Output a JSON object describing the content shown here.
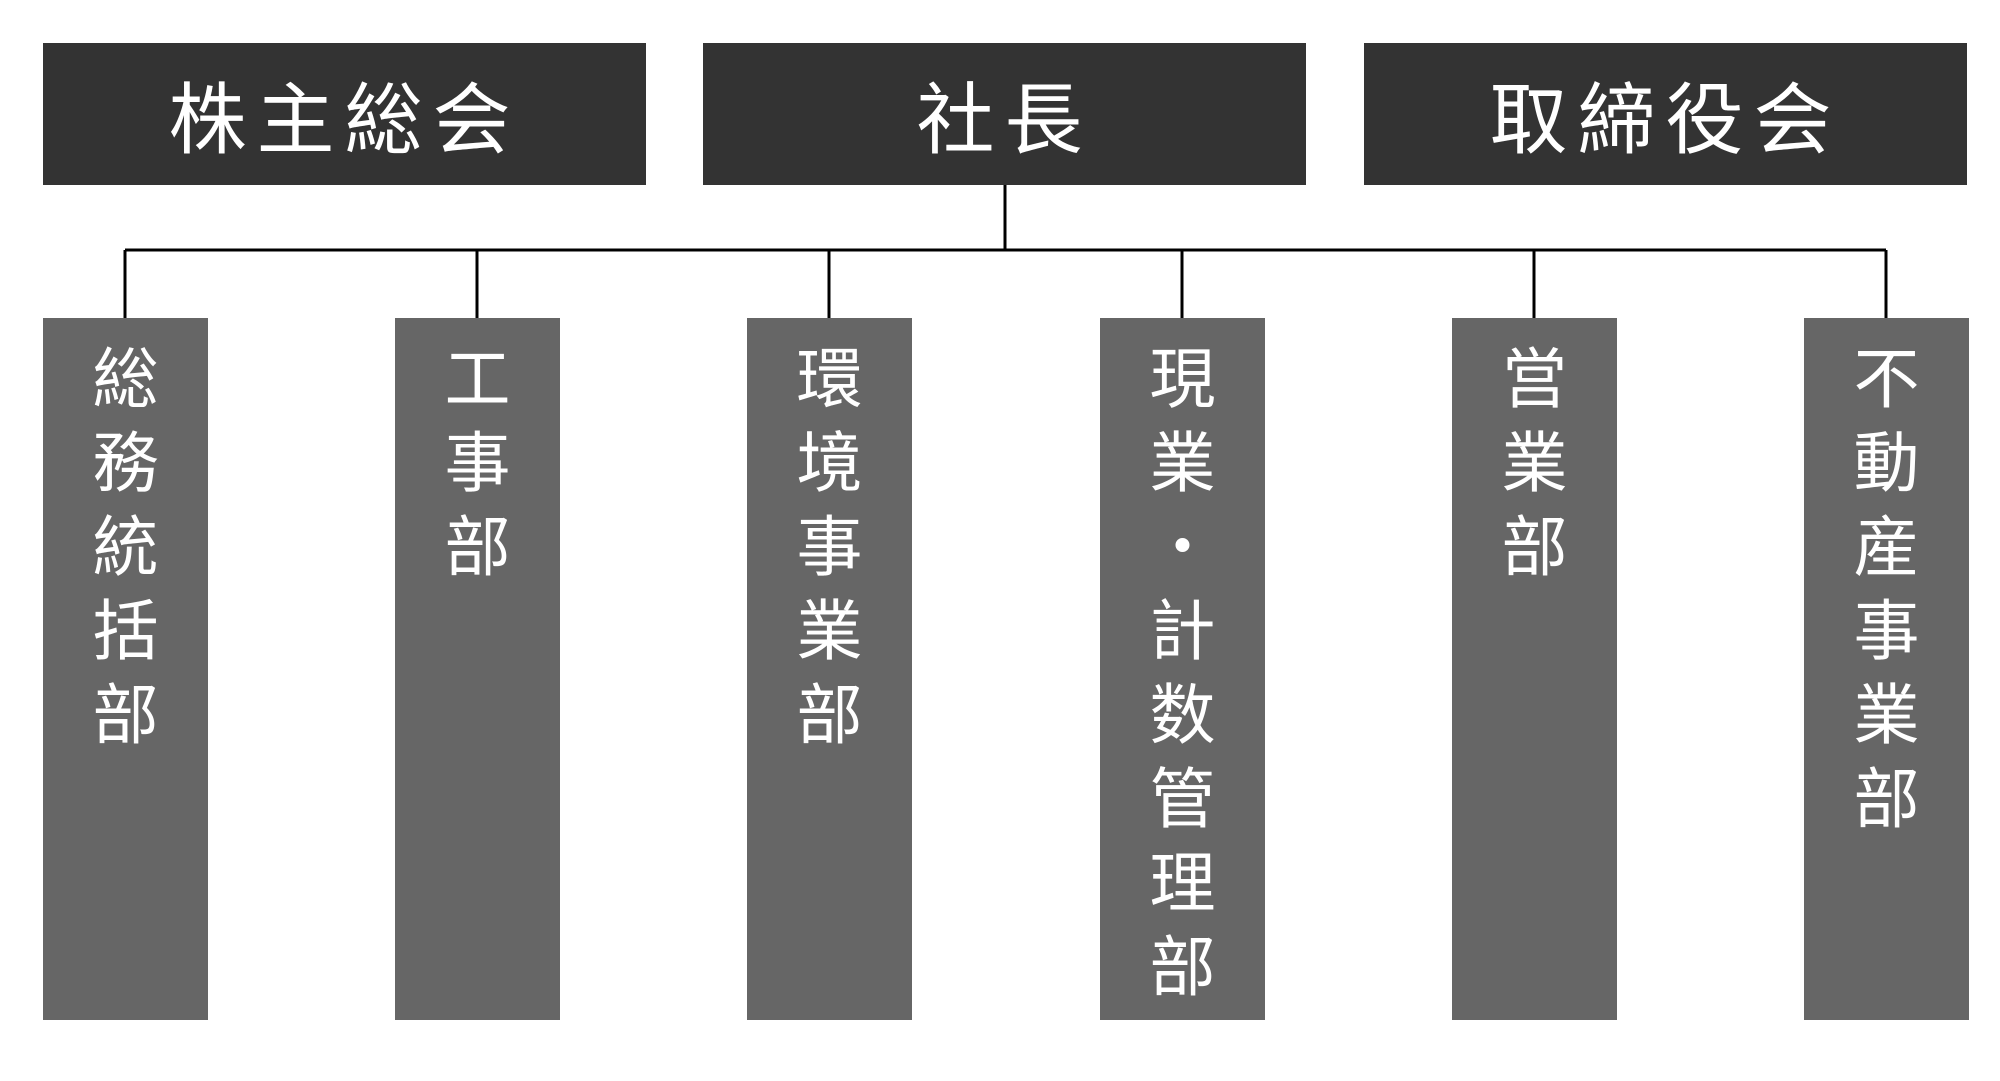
{
  "top": {
    "shareholders": "株主総会",
    "president": "社長",
    "board": "取締役会"
  },
  "colors": {
    "top_box": "#333333",
    "dept_box": "#666666",
    "text": "#ffffff",
    "line": "#000000"
  },
  "departments": [
    {
      "label": "総\n務\n統\n括\n部"
    },
    {
      "label": "工\n事\n部"
    },
    {
      "label": "環\n境\n事\n業\n部"
    },
    {
      "label": "現\n業\n・\n計\n数\n管\n理\n部"
    },
    {
      "label": "営\n業\n部"
    },
    {
      "label": "不\n動\n産\n事\n業\n部"
    }
  ]
}
